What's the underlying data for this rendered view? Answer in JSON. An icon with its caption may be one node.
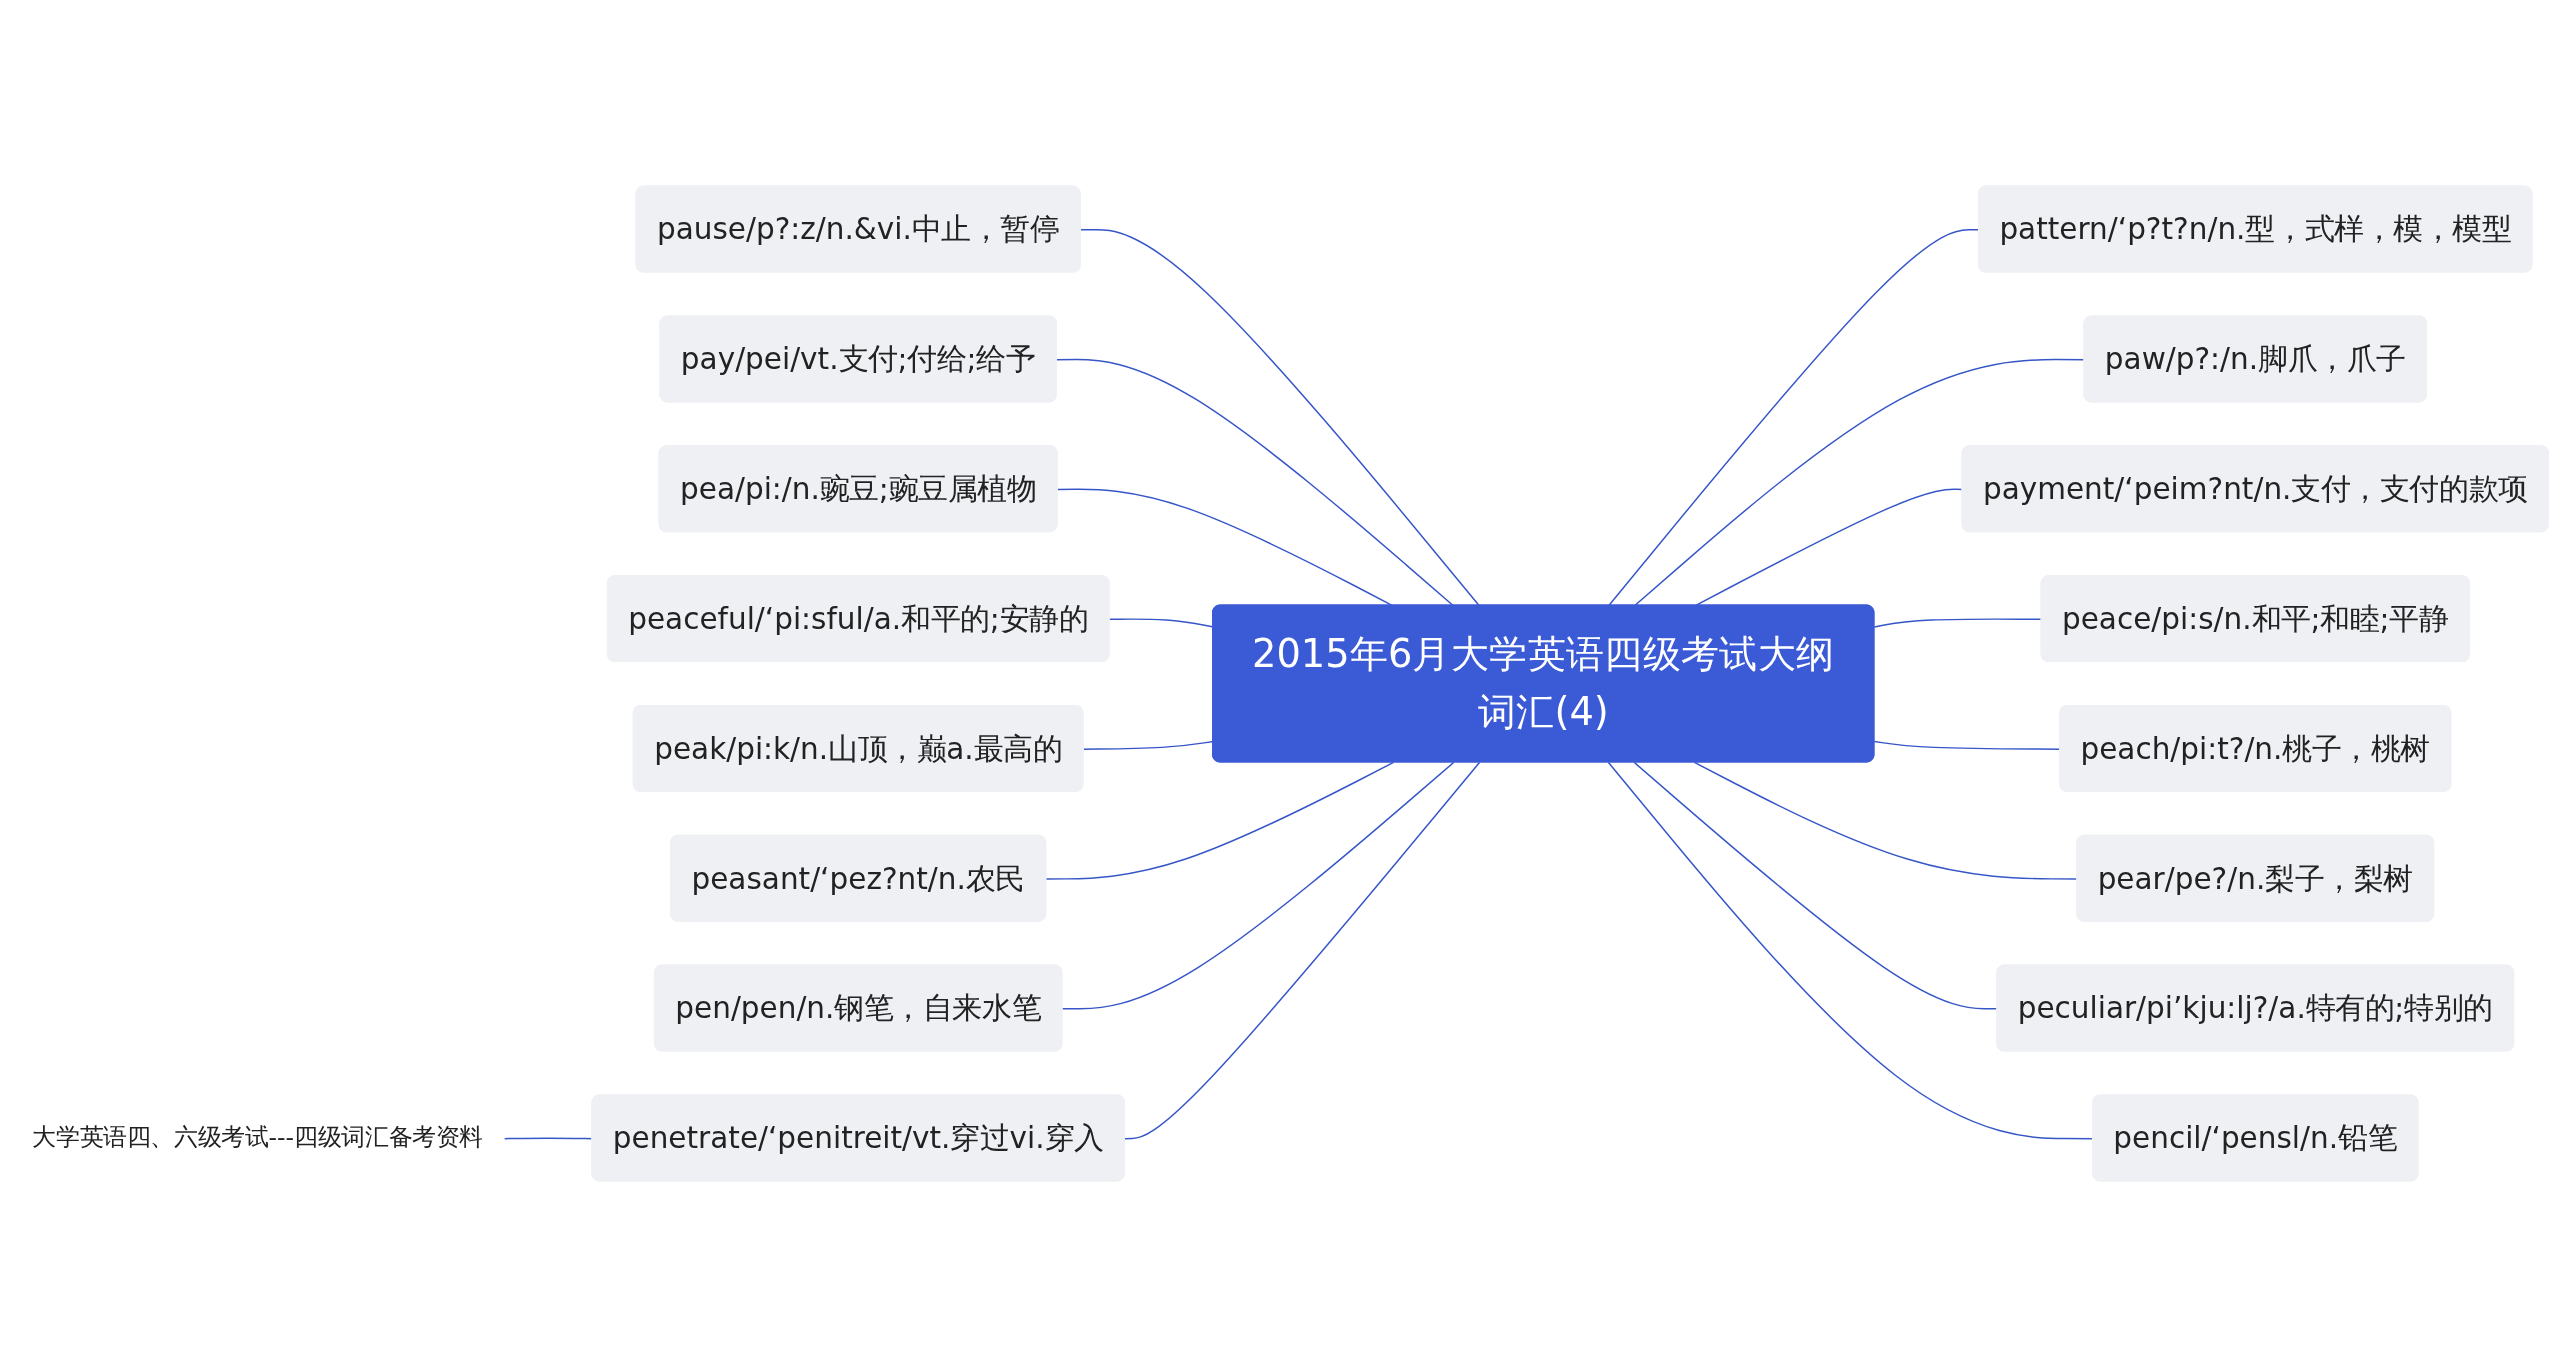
{
  "diagram": {
    "nodes": [
      {
        "text": [
          "2015年6月大学英语四级考试大纲词汇(4)"
        ]
      },
      {
        "text": [
          "pause/p?:z/n.&vi.中止，暂停"
        ]
      },
      {
        "text": [
          "pay/pei/vt.支付;付给;给予"
        ]
      },
      {
        "text": [
          "pea/pi:/n.豌豆;豌豆属植物"
        ]
      },
      {
        "text": [
          "peaceful/‘pi:sful/a.和平的;安静的"
        ]
      },
      {
        "text": [
          "peak/pi:k/n.山顶，巅a.最高的"
        ]
      },
      {
        "text": [
          "peasant/‘pez?nt/n.农民"
        ]
      },
      {
        "text": [
          "pen/pen/n.钢笔，自来水笔"
        ]
      },
      {
        "text": [
          "大学英语四、六级考试---四级词汇备考资料"
        ]
      },
      {
        "text": [
          "penetrate/‘penitreit/vt.穿过vi.穿入"
        ]
      },
      {
        "text": [
          "pattern/‘p?t?n/n.型，式样，模，模型"
        ]
      },
      {
        "text": [
          "paw/p?:/n.脚爪，爪子"
        ]
      },
      {
        "text": [
          "payment/‘peim?nt/n.支付，支付的款项"
        ]
      },
      {
        "text": [
          "peace/pi:s/n.和平;和睦;平静"
        ]
      },
      {
        "text": [
          "peach/pi:t?/n.桃子，桃树"
        ]
      },
      {
        "text": [
          "pear/pe?/n.梨子，梨树"
        ]
      },
      {
        "text": [
          "peculiar/pi’kju:lj?/a.特有的;特别的"
        ]
      },
      {
        "text": [
          "pencil/‘pensl/n.铅笔"
        ]
      }
    ],
    "edges": [
      {
        "from": 1,
        "to": 0,
        "arrow": "none"
      },
      {
        "from": 2,
        "to": 0,
        "arrow": "none"
      },
      {
        "from": 3,
        "to": 0,
        "arrow": "none"
      },
      {
        "from": 4,
        "to": 0,
        "arrow": "none"
      },
      {
        "from": 5,
        "to": 0,
        "arrow": "none"
      },
      {
        "from": 6,
        "to": 0,
        "arrow": "none"
      },
      {
        "from": 7,
        "to": 0,
        "arrow": "none"
      },
      {
        "from": 8,
        "to": 9,
        "arrow": "none"
      },
      {
        "from": 9,
        "to": 0,
        "arrow": "none"
      },
      {
        "from": 0,
        "to": 10,
        "arrow": "none"
      },
      {
        "from": 0,
        "to": 11,
        "arrow": "none"
      },
      {
        "from": 0,
        "to": 12,
        "arrow": "none"
      },
      {
        "from": 0,
        "to": 13,
        "arrow": "none"
      },
      {
        "from": 0,
        "to": 14,
        "arrow": "none"
      },
      {
        "from": 0,
        "to": 15,
        "arrow": "none"
      },
      {
        "from": 0,
        "to": 16,
        "arrow": "none"
      },
      {
        "from": 0,
        "to": 17,
        "arrow": "none"
      }
    ]
  }
}
